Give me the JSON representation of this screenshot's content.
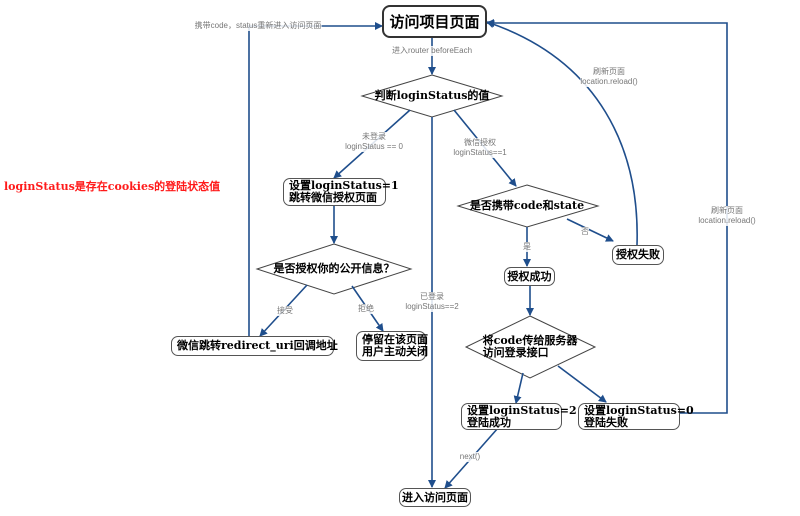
{
  "diagram": {
    "note": "loginStatus是存在cookies的登陆状态值",
    "colors": {
      "edge": "#1f4e8c",
      "note": "#ff1a1a",
      "label": "#777777"
    },
    "nodes": {
      "visit_project": "访问项目页面",
      "judge_status": "判断loginStatus的值",
      "set_status_1": [
        "设置loginStatus=1",
        "跳转微信授权页面"
      ],
      "authorize_public_info": "是否授权你的公开信息？",
      "wechat_redirect": "微信跳转redirect_uri回调地址",
      "stay_on_page": [
        "停留在该页面",
        "用户主动关闭"
      ],
      "has_code_state": "是否携带code和state",
      "auth_success": "授权成功",
      "auth_fail": "授权失败",
      "send_code": [
        "将code传给服务器",
        "访问登录接口"
      ],
      "set_status_2": [
        "设置loginStatus=2",
        "登陆成功"
      ],
      "set_status_0": [
        "设置loginStatus=0",
        "登陆失败"
      ],
      "enter_page": "进入访问页面"
    },
    "edge_labels": {
      "reenter": "携带code，status重新进入访问页面",
      "router": "进入router beforeEach",
      "not_logged": [
        "未登录",
        "loginStatus == 0"
      ],
      "wechat_auth": [
        "微信授权",
        "loginStatus==1"
      ],
      "logged_in": [
        "已登录",
        "loginStatus==2"
      ],
      "accept": "接受",
      "reject": "拒绝",
      "yes": "是",
      "no": "否",
      "reload_1": [
        "刷新页面",
        "location.reload()"
      ],
      "reload_2": [
        "刷新页面",
        "location.reload()"
      ],
      "next": "next()"
    }
  }
}
